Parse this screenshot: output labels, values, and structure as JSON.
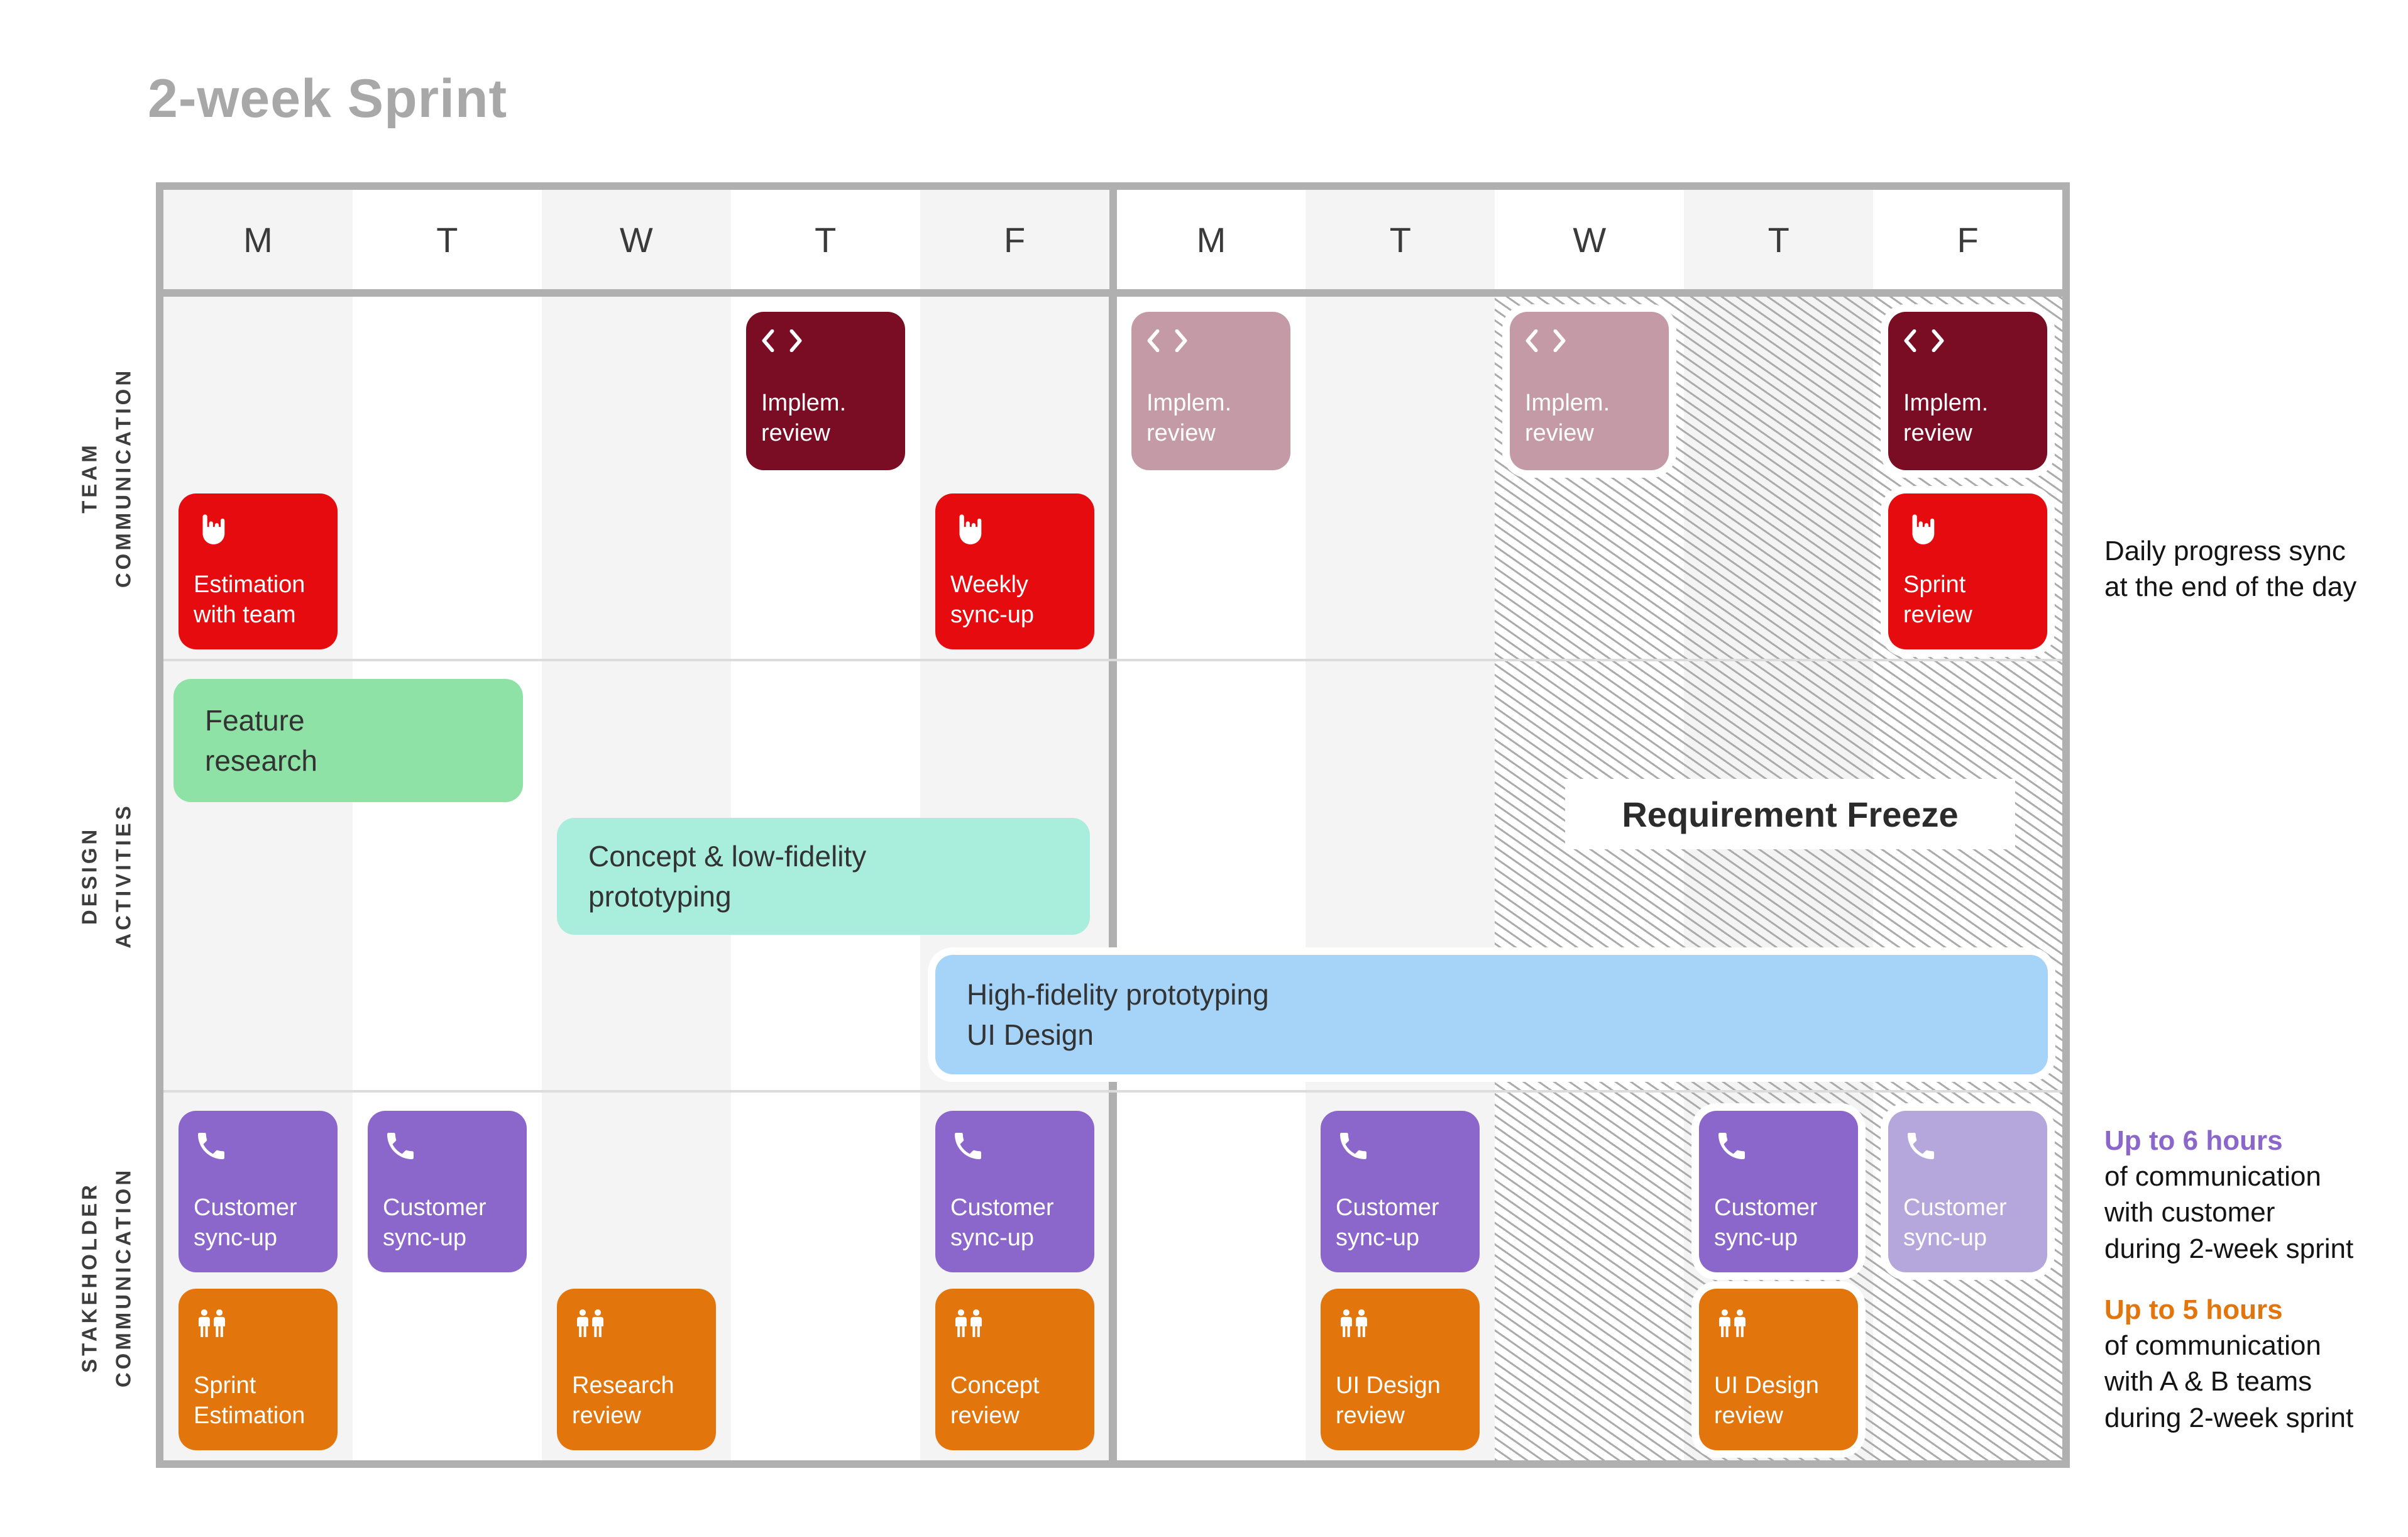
{
  "title": "2-week Sprint",
  "days": [
    "M",
    "T",
    "W",
    "T",
    "F",
    "M",
    "T",
    "W",
    "T",
    "F"
  ],
  "row_labels": {
    "team": {
      "line1": "TEAM",
      "line2": "COMMUNICATION"
    },
    "design": {
      "line1": "DESIGN",
      "line2": "ACTIVITIES"
    },
    "stakeholder": {
      "line1": "STAKEHOLDER",
      "line2": "COMMUNICATION"
    }
  },
  "cards": {
    "implem_review_w1_thu": {
      "label": "Implem. review",
      "icon": "code-icon"
    },
    "implem_review_w2_mon": {
      "label": "Implem. review",
      "icon": "code-icon"
    },
    "implem_review_w2_wed": {
      "label": "Implem. review",
      "icon": "code-icon"
    },
    "implem_review_w2_fri": {
      "label": "Implem. review",
      "icon": "code-icon"
    },
    "estimation_with_team": {
      "label": "Estimation with team",
      "icon": "rock-hand-icon"
    },
    "weekly_sync_up": {
      "label": "Weekly sync-up",
      "icon": "rock-hand-icon"
    },
    "sprint_review": {
      "label": "Sprint review",
      "icon": "rock-hand-icon"
    },
    "feature_research": {
      "line1": "Feature",
      "line2": "research"
    },
    "concept_low_fidelity": {
      "line1": "Concept & low-fidelity",
      "line2": "prototyping"
    },
    "high_fidelity": {
      "line1": "High-fidelity prototyping",
      "line2": "UI Design"
    },
    "requirement_freeze": {
      "label": "Requirement Freeze"
    },
    "customer_sync_w1_mon": {
      "label": "Customer sync-up",
      "icon": "phone-icon"
    },
    "customer_sync_w1_tue": {
      "label": "Customer sync-up",
      "icon": "phone-icon"
    },
    "customer_sync_w1_fri": {
      "label": "Customer sync-up",
      "icon": "phone-icon"
    },
    "customer_sync_w2_tue": {
      "label": "Customer sync-up",
      "icon": "phone-icon"
    },
    "customer_sync_w2_thu": {
      "label": "Customer sync-up",
      "icon": "phone-icon"
    },
    "customer_sync_w2_fri": {
      "label": "Customer sync-up",
      "icon": "phone-icon"
    },
    "sprint_estimation": {
      "label": "Sprint Estimation",
      "icon": "people-icon"
    },
    "research_review": {
      "label": "Research review",
      "icon": "people-icon"
    },
    "concept_review": {
      "label": "Concept review",
      "icon": "people-icon"
    },
    "ui_design_review_w2_tue": {
      "label": "UI Design review",
      "icon": "people-icon"
    },
    "ui_design_review_w2_thu": {
      "label": "UI Design review",
      "icon": "people-icon"
    }
  },
  "notes": {
    "daily": {
      "line1": "Daily progress sync",
      "line2": "at the end of the day"
    },
    "customer": {
      "highlight": "Up to 6 hours",
      "line1": "of communication",
      "line2": "with customer",
      "line3": "during 2-week sprint"
    },
    "teams": {
      "highlight": "Up to 5 hours",
      "line1": "of communication",
      "line2": "with A & B teams",
      "line3": "during 2-week sprint"
    }
  },
  "colors": {
    "red": "#e60b0e",
    "dark_maroon": "#7a0d24",
    "faded_maroon": "#c49aa6",
    "green": "#8fe2a6",
    "teal": "#a9eddd",
    "blue": "#a6d4f8",
    "purple": "#8b67cb",
    "light_purple": "#b5a6dc",
    "orange": "#e2750c",
    "title_gray": "#a8a8a8",
    "grid_border_gray": "#b0b0b0",
    "column_gray": "#f4f4f4",
    "hatch_gray": "#ababab"
  }
}
